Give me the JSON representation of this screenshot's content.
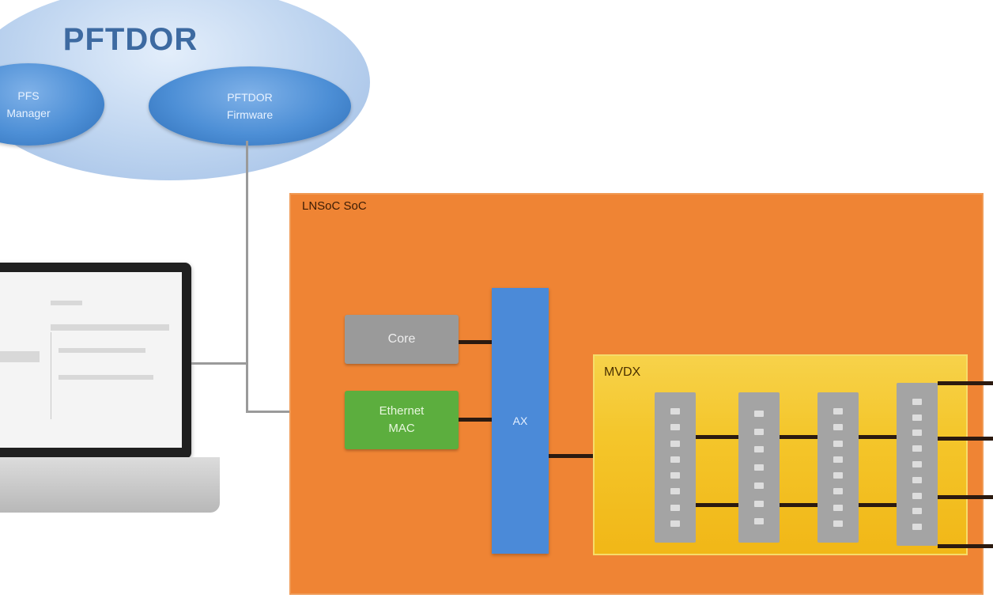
{
  "top_group": {
    "title": "PFTDOR",
    "left_ellipse": {
      "line1": "PFS",
      "line2": "Manager"
    },
    "right_ellipse": {
      "line1": "PFTDOR",
      "line2": "Firmware"
    }
  },
  "soc": {
    "label": "LNSoC SoC",
    "core_label": "Core",
    "ethernet_line1": "Ethernet",
    "ethernet_line2": "MAC",
    "bus_label": "AX",
    "mvdx_label": "MVDX"
  },
  "colors": {
    "soc": "#ef8434",
    "mvdx": "#f4c62b",
    "bus": "#4b8ad8",
    "core": "#9a9a9a",
    "ethernet": "#5cae3e",
    "ellipse_outer": "#bcd3ef",
    "ellipse_inner": "#4d8fd6"
  }
}
